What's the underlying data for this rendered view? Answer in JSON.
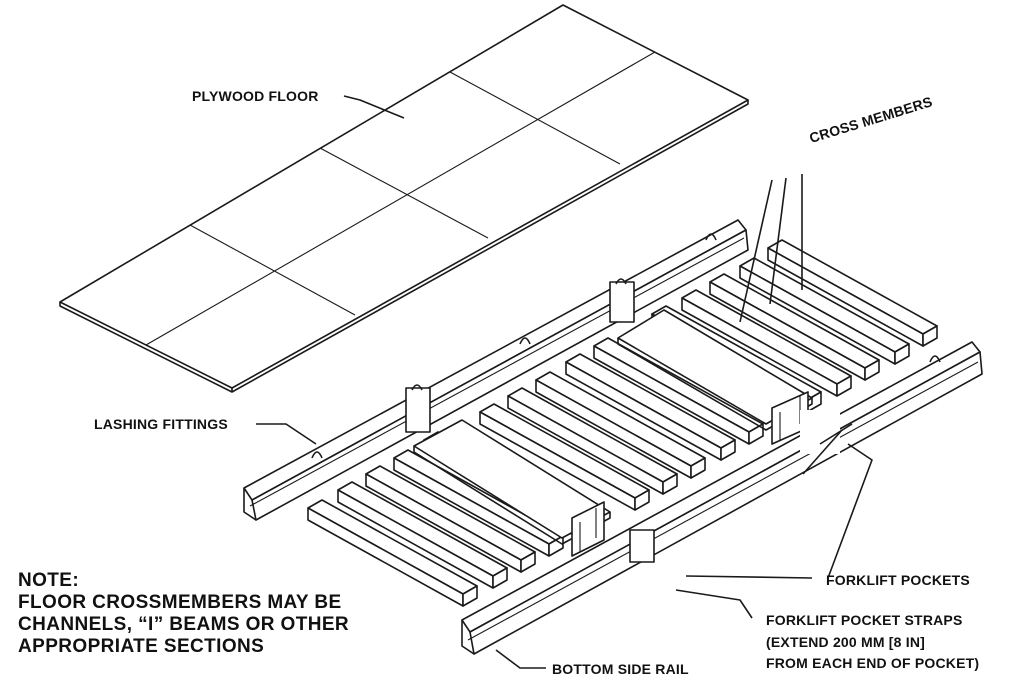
{
  "labels": {
    "plywood_floor": "PLYWOOD FLOOR",
    "cross_members": "CROSS MEMBERS",
    "lashing_fittings": "LASHING FITTINGS",
    "forklift_pockets": "FORKLIFT POCKETS",
    "forklift_pocket_straps": "FORKLIFT POCKET STRAPS",
    "straps_note_line1": "(EXTEND 200 MM [8 IN]",
    "straps_note_line2": "FROM EACH END OF POCKET)",
    "bottom_side_rail": "BOTTOM SIDE RAIL"
  },
  "note": {
    "heading": "NOTE:",
    "line1": "FLOOR CROSSMEMBERS MAY BE",
    "line2": "CHANNELS, “I” BEAMS OR OTHER",
    "line3": "APPROPRIATE SECTIONS"
  }
}
